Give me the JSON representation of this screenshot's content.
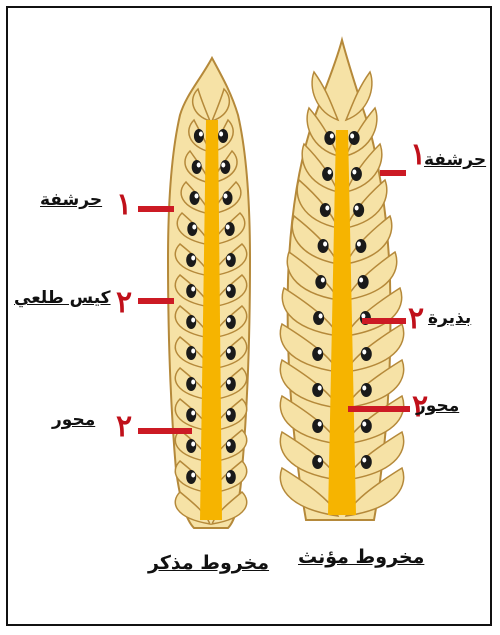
{
  "colors": {
    "axis": "#f6b400",
    "scale_fill": "#f6e2a6",
    "scale_edge": "#b5893a",
    "pointer": "#cc1a24",
    "seed": "#1a1a1a"
  },
  "male_cone": {
    "title": "مخروط مذكر",
    "labels": [
      {
        "text": "حرشفة",
        "number": "١"
      },
      {
        "text": "كيس طلعي",
        "number": "٢"
      },
      {
        "text": "محور",
        "number": "٢"
      }
    ]
  },
  "female_cone": {
    "title": "مخروط مؤنث",
    "labels": [
      {
        "text": "حرشفة",
        "number": "١"
      },
      {
        "text": "بذيرة",
        "number": "٢"
      },
      {
        "text": "محور",
        "number": "٢"
      }
    ]
  }
}
